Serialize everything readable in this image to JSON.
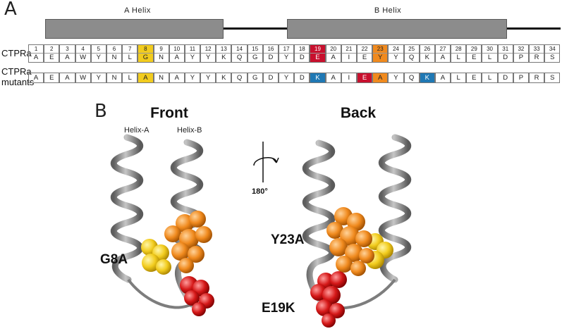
{
  "panel_a": {
    "letter": "A",
    "helix_a_label": "A Helix",
    "helix_b_label": "B Helix",
    "row1_label": "CTPRa",
    "row2_label_line1": "CTPRa",
    "row2_label_line2": "mutants",
    "numbers": [
      "1",
      "2",
      "3",
      "4",
      "5",
      "6",
      "7",
      "8",
      "9",
      "10",
      "11",
      "12",
      "13",
      "14",
      "15",
      "16",
      "17",
      "18",
      "19",
      "20",
      "21",
      "22",
      "23",
      "24",
      "25",
      "26",
      "27",
      "28",
      "29",
      "30",
      "31",
      "32",
      "33",
      "34"
    ],
    "wt_sequence": [
      "A",
      "E",
      "A",
      "W",
      "Y",
      "N",
      "L",
      "G",
      "N",
      "A",
      "Y",
      "Y",
      "K",
      "Q",
      "G",
      "D",
      "Y",
      "D",
      "E",
      "A",
      "I",
      "E",
      "Y",
      "Y",
      "Q",
      "K",
      "A",
      "L",
      "E",
      "L",
      "D",
      "P",
      "R",
      "S"
    ],
    "mutant_sequence": [
      "A",
      "E",
      "A",
      "W",
      "Y",
      "N",
      "L",
      "A",
      "N",
      "A",
      "Y",
      "Y",
      "K",
      "Q",
      "G",
      "D",
      "Y",
      "D",
      "K",
      "A",
      "I",
      "E",
      "A",
      "Y",
      "Q",
      "K",
      "A",
      "L",
      "E",
      "L",
      "D",
      "P",
      "R",
      "S"
    ],
    "wt_highlights": {
      "8": "#f2cc1e",
      "19": "#c8102e",
      "23": "#f08a1e"
    },
    "mutant_highlights": {
      "8": "#f2cc1e",
      "19": "#1f78b4",
      "22": "#c8102e",
      "23": "#f08a1e",
      "26": "#1f78b4"
    }
  },
  "panel_b": {
    "letter": "B",
    "front_title": "Front",
    "back_title": "Back",
    "helix_a_small": "Helix-A",
    "helix_b_small": "Helix-B",
    "rotation": "180°",
    "label_g8a": "G8A",
    "label_y23a": "Y23A",
    "label_e19k": "E19K"
  },
  "colors": {
    "helix_gray": "#8c8c8c",
    "yellow": "#f2cc1e",
    "orange": "#f08a1e",
    "red": "#c8102e",
    "blue": "#1f78b4",
    "ribbon": "#8a8a8a"
  }
}
